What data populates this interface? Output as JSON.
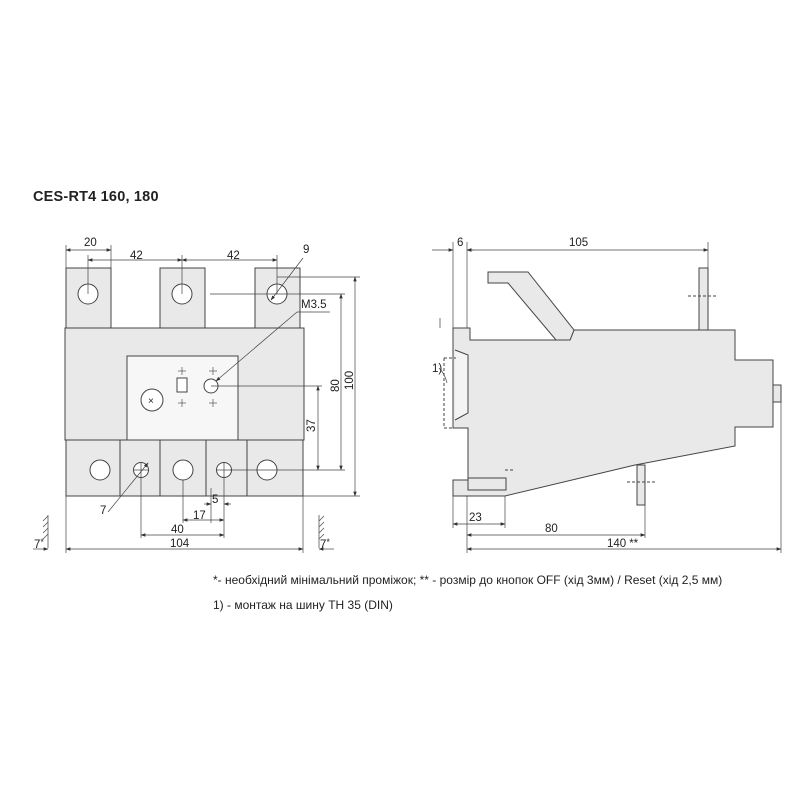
{
  "title": "CES-RT4 160, 180",
  "front_view": {
    "dims": {
      "w20": "20",
      "pitch_left": "42",
      "pitch_right": "42",
      "d9": "9",
      "m35": "M3.5",
      "h80": "80",
      "h100": "100",
      "h37": "37",
      "d7": "7",
      "w5": "5",
      "w17": "17",
      "w40": "40",
      "w104": "104",
      "gap_left": "7",
      "gap_right": "7",
      "gap_star": "*"
    }
  },
  "side_view": {
    "dims": {
      "d6": "6",
      "d105": "105",
      "d23": "23",
      "d80": "80",
      "d140": "140",
      "d140_star": "**",
      "note_ref": "1)"
    }
  },
  "notes": {
    "line1": "*- необхідний мінімальний проміжок; ** - розмір до кнопок OFF (хід 3мм) / Reset (хід 2,5 мм)",
    "line2": "1) - монтаж на шину TH 35 (DIN)"
  }
}
